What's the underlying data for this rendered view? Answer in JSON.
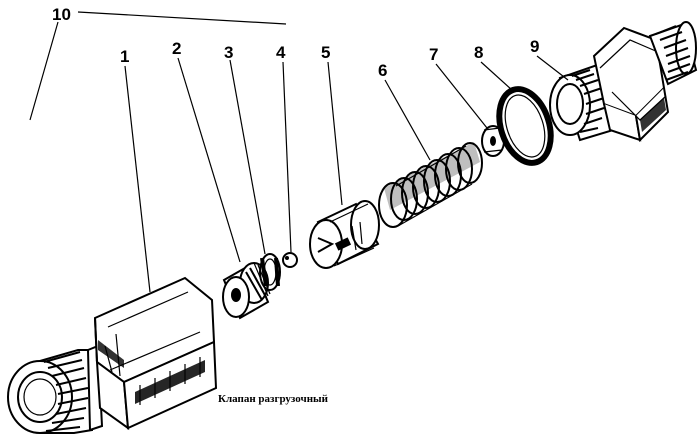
{
  "diagram": {
    "caption": "Клапан  разгрузочный",
    "callouts": [
      {
        "id": "1",
        "label": "1",
        "part": "body-housing"
      },
      {
        "id": "2",
        "label": "2",
        "part": "valve-seat"
      },
      {
        "id": "3",
        "label": "3",
        "part": "seat-o-ring"
      },
      {
        "id": "4",
        "label": "4",
        "part": "ball"
      },
      {
        "id": "5",
        "label": "5",
        "part": "ball-guide"
      },
      {
        "id": "6",
        "label": "6",
        "part": "spring"
      },
      {
        "id": "7",
        "label": "7",
        "part": "washer"
      },
      {
        "id": "8",
        "label": "8",
        "part": "sealing-ring"
      },
      {
        "id": "9",
        "label": "9",
        "part": "fitting"
      },
      {
        "id": "10",
        "label": "10",
        "part": "assembly"
      }
    ]
  }
}
